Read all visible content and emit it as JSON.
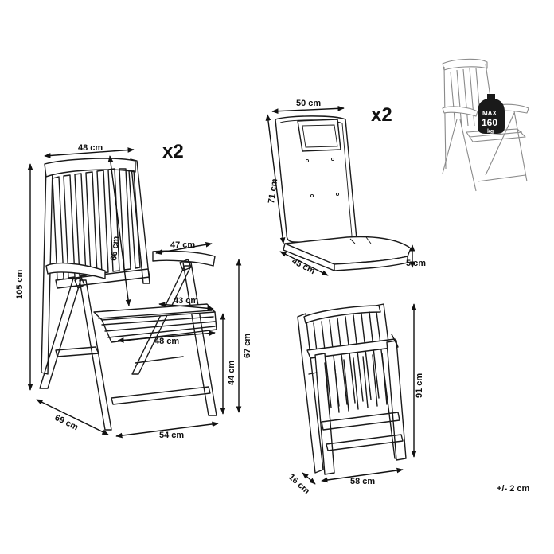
{
  "multipliers": {
    "chairs": "x2",
    "cushions": "x2"
  },
  "chair_dimensions": {
    "backrest_width": "48 cm",
    "backrest_height": "66 cm",
    "total_height": "105 cm",
    "armrest_length": "47 cm",
    "seat_depth": "43 cm",
    "seat_width": "48 cm",
    "seat_height": "44 cm",
    "armrest_height": "67 cm",
    "depth": "69 cm",
    "width": "54 cm"
  },
  "cushion_dimensions": {
    "width": "50 cm",
    "height": "71 cm",
    "depth": "45 cm",
    "thickness": "5 cm"
  },
  "folded_dimensions": {
    "height": "91 cm",
    "width": "58 cm",
    "thickness": "16 cm"
  },
  "max_load": {
    "line1": "MAX",
    "line2": "160",
    "line3": "kg"
  },
  "tolerance": "+/- 2 cm"
}
